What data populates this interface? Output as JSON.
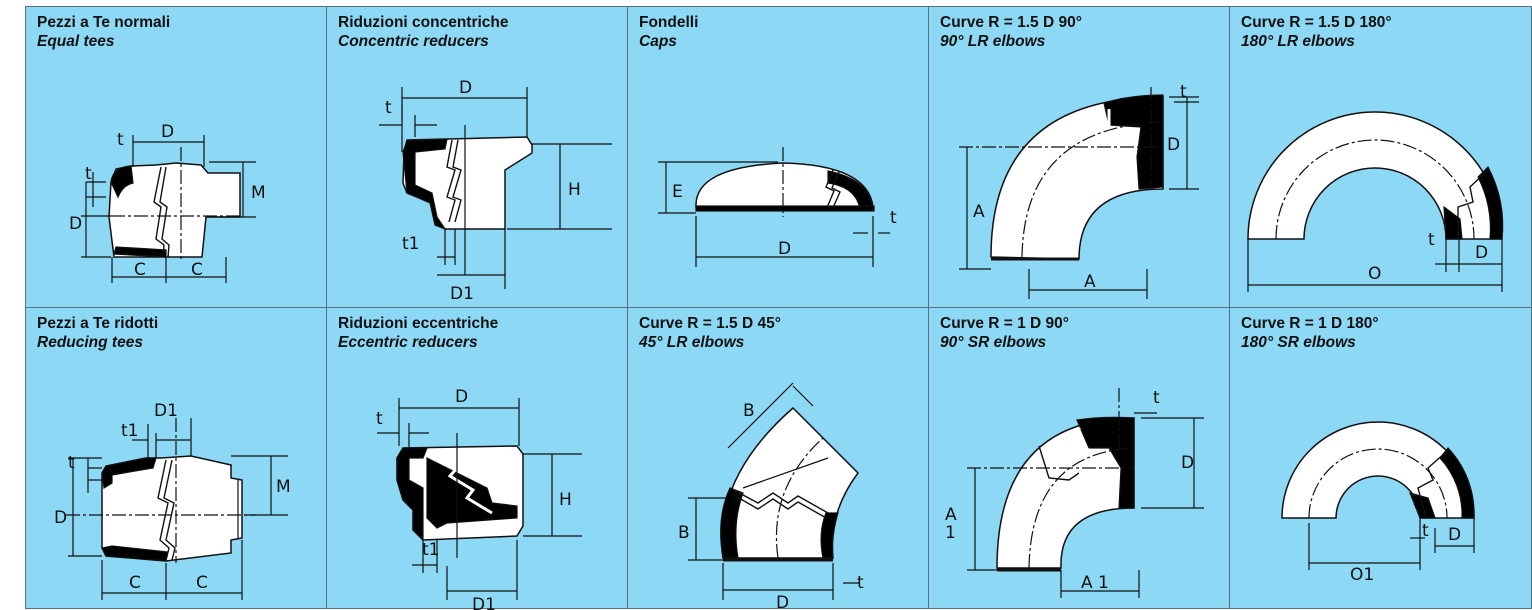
{
  "colors": {
    "cell_bg": "#8dd8f5",
    "border": "#5b6f80",
    "line": "#111111",
    "wall": "#000000",
    "body": "#ffffff"
  },
  "cells": [
    {
      "title_it": "Pezzi a Te normali",
      "title_en": "Equal tees",
      "labels": {
        "D_top": "D",
        "t_top": "t",
        "t_left": "t",
        "D_left": "D",
        "M": "M",
        "C_left": "C",
        "C_right": "C"
      }
    },
    {
      "title_it": "Riduzioni concentriche",
      "title_en": "Concentric reducers",
      "labels": {
        "D": "D",
        "t": "t",
        "H": "H",
        "t1": "t1",
        "D1": "D1"
      }
    },
    {
      "title_it": "Fondelli",
      "title_en": "Caps",
      "labels": {
        "E": "E",
        "t": "t",
        "D": "D"
      }
    },
    {
      "title_it": "Curve R = 1.5 D 90°",
      "title_en": "90° LR elbows",
      "labels": {
        "t": "t",
        "D": "D",
        "A_left": "A",
        "A_bottom": "A"
      }
    },
    {
      "title_it": "Curve R = 1.5 D 180°",
      "title_en": "180° LR elbows",
      "labels": {
        "t": "t",
        "D": "D",
        "O": "O"
      }
    },
    {
      "title_it": "Pezzi a Te ridotti",
      "title_en": "Reducing tees",
      "labels": {
        "D1": "D1",
        "t1": "t1",
        "t": "t",
        "D": "D",
        "M": "M",
        "C_left": "C",
        "C_right": "C"
      }
    },
    {
      "title_it": "Riduzioni eccentriche",
      "title_en": "Eccentric reducers",
      "labels": {
        "D": "D",
        "t": "t",
        "H": "H",
        "t1": "t1",
        "D1": "D1"
      }
    },
    {
      "title_it": "Curve R = 1.5 D 45°",
      "title_en": "45° LR elbows",
      "labels": {
        "B_top": "B",
        "B_left": "B",
        "D": "D",
        "t": "t"
      }
    },
    {
      "title_it": "Curve R = 1 D 90°",
      "title_en": "90° SR elbows",
      "labels": {
        "t": "t",
        "D": "D",
        "A1_a": "A",
        "A1_b": "1",
        "A1_bottom": "A 1"
      }
    },
    {
      "title_it": "Curve R = 1 D 180°",
      "title_en": "180° SR elbows",
      "labels": {
        "t": "t",
        "D": "D",
        "O1": "O1"
      }
    }
  ]
}
